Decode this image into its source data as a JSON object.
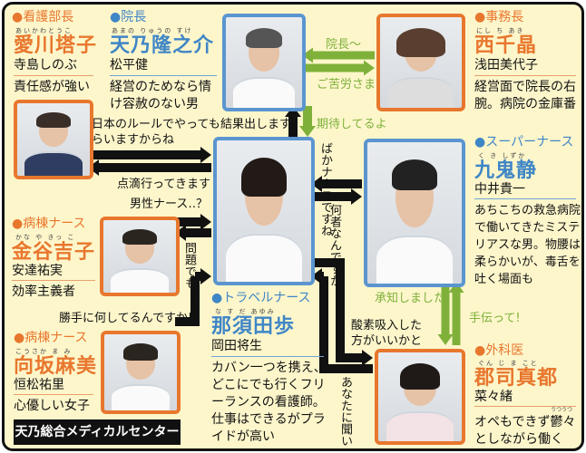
{
  "colors": {
    "orange": "#e8772e",
    "blue": "#3f86c6",
    "green": "#7fb13a",
    "background": "#fdf6cb"
  },
  "hospital_name": "天乃総合メディカルセンター",
  "characters": {
    "aikawa": {
      "role": "●看護部長",
      "ruby": "あいかわとうこ",
      "name": "愛川塔子",
      "actor": "寺島しのぶ",
      "desc": "責任感が強い"
    },
    "amano": {
      "role": "●院長",
      "ruby": "あまの りゅうの すけ",
      "name": "天乃隆之介",
      "actor": "松平健",
      "desc": "経営のためなら情け容赦のない男"
    },
    "nishi": {
      "role": "●事務長",
      "ruby": "にし ち あき",
      "name": "西千晶",
      "actor": "浅田美代子",
      "desc": "経営面で院長の右腕。病院の金庫番"
    },
    "kuki": {
      "role": "●スーパーナース",
      "ruby": "く き しずか",
      "name": "九鬼静",
      "actor": "中井貴一",
      "desc": "あちこちの救急病院で働いてきたミステリアスな男。物腰は柔らかいが、毒舌を吐く場面も"
    },
    "kanaya": {
      "role": "●病棟ナース",
      "ruby": "かな や きっ こ",
      "name": "金谷吉子",
      "actor": "安達祐実",
      "desc": "効率主義者"
    },
    "nasu": {
      "role": "●トラベルナース",
      "ruby": "な す だ あゆみ",
      "name": "那須田歩",
      "actor": "岡田将生",
      "desc": "カバン一つを携え、どこにでも行くフリーランスの看護師。仕事はできるがプライドが高い"
    },
    "kosaka": {
      "role": "●病棟ナース",
      "ruby": "こうさか ま み",
      "name": "向坂麻美",
      "actor": "恒松祐里",
      "desc": "心優しい女子"
    },
    "gunji": {
      "role": "●外科医",
      "ruby": "ぐん じ ま こと",
      "name": "郡司真都",
      "actor": "菜々緒",
      "desc": "オペもできず鬱々としながら働く",
      "desc_ruby": "うつうつ"
    }
  },
  "relations": {
    "aikawa_to_nasu": "日本のルールでやってもらいますからね",
    "nasu_to_aikawa": "点滴行ってきます",
    "nasu_to_amano": "結果出します",
    "amano_to_nasu": "期待してるよ",
    "nishi_to_amano": "院長〜",
    "amano_to_nishi": "ご苦労さま",
    "kanaya_to_nasu": "男性ナース‥？",
    "nasu_to_kanaya": "問題でも？",
    "kuki_to_nasu": "ばかナースですね",
    "nasu_to_kuki": "何者なんですか？",
    "kosaka_to_nasu": "勝手に何してるんですか!",
    "nasu_to_gunji": "酸素吸入した方がいいかと",
    "gunji_to_nasu": "あなたに聞いてません",
    "kuki_to_gunji": "承知しました",
    "gunji_to_kuki": "手伝って!"
  }
}
